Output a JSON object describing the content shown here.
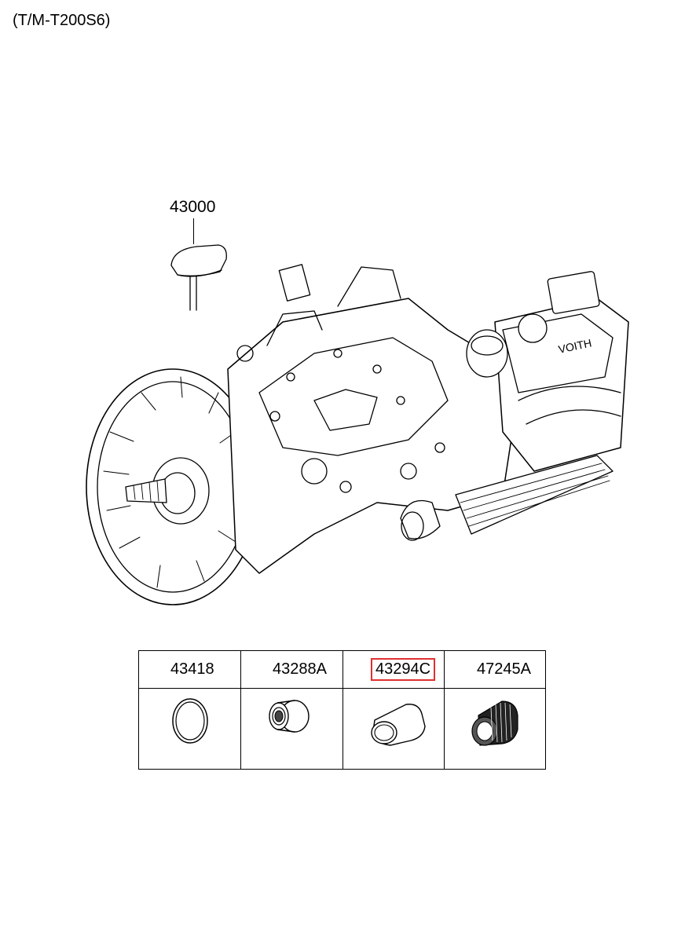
{
  "header": {
    "model_code": "(T/M-T200S6)"
  },
  "assembly": {
    "callout": "43000",
    "icon": "transmission-assembly-drawing"
  },
  "parts": [
    {
      "number": "43418",
      "icon": "snap-ring-icon",
      "highlighted": false
    },
    {
      "number": "43288A",
      "icon": "ball-bearing-icon",
      "highlighted": false
    },
    {
      "number": "43294C",
      "icon": "sleeve-bushing-icon",
      "highlighted": true,
      "highlight_color": "#e03030"
    },
    {
      "number": "47245A",
      "icon": "needle-roller-bearing-icon",
      "highlighted": false
    }
  ]
}
